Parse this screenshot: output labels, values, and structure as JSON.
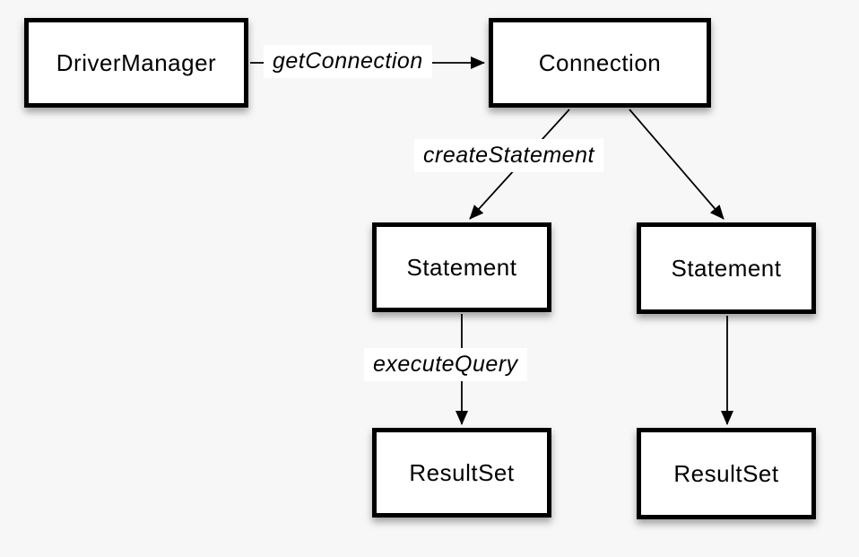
{
  "nodes": {
    "driver_manager": {
      "label": "DriverManager"
    },
    "connection": {
      "label": "Connection"
    },
    "statement_left": {
      "label": "Statement"
    },
    "statement_right": {
      "label": "Statement"
    },
    "resultset_left": {
      "label": "ResultSet"
    },
    "resultset_right": {
      "label": "ResultSet"
    }
  },
  "edges": {
    "get_connection": {
      "label": "getConnection"
    },
    "create_statement": {
      "label": "createStatement"
    },
    "execute_query": {
      "label": "executeQuery"
    },
    "connection_to_statement_right": {
      "label": ""
    },
    "statement_right_to_resultset_right": {
      "label": ""
    }
  },
  "colors": {
    "background": "#f7f7f7",
    "box_fill": "#ffffff",
    "box_border": "#000000",
    "line": "#000000",
    "label_background": "#ffffff"
  }
}
